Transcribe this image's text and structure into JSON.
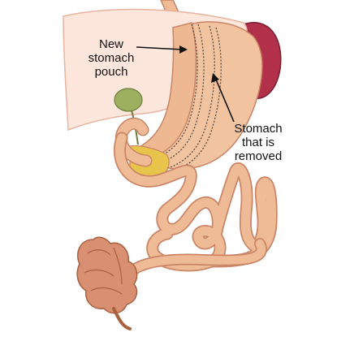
{
  "labels": {
    "new_pouch_line1": "New",
    "new_pouch_line2": "stomach",
    "new_pouch_line3": "pouch",
    "removed_line1": "Stomach",
    "removed_line2": "that is",
    "removed_line3": "removed"
  },
  "colors": {
    "liver": "#fde7dc",
    "liver_stroke": "#e9b3a1",
    "stomach": "#f1c39f",
    "stomach_shade": "#e6a87f",
    "spleen": "#b2304a",
    "gallbladder": "#9db05f",
    "bile": "#e8c54a",
    "intestine": "#efbb96",
    "intestine_stroke": "#c98566",
    "colon": "#d98f71",
    "arrow": "#111111"
  }
}
